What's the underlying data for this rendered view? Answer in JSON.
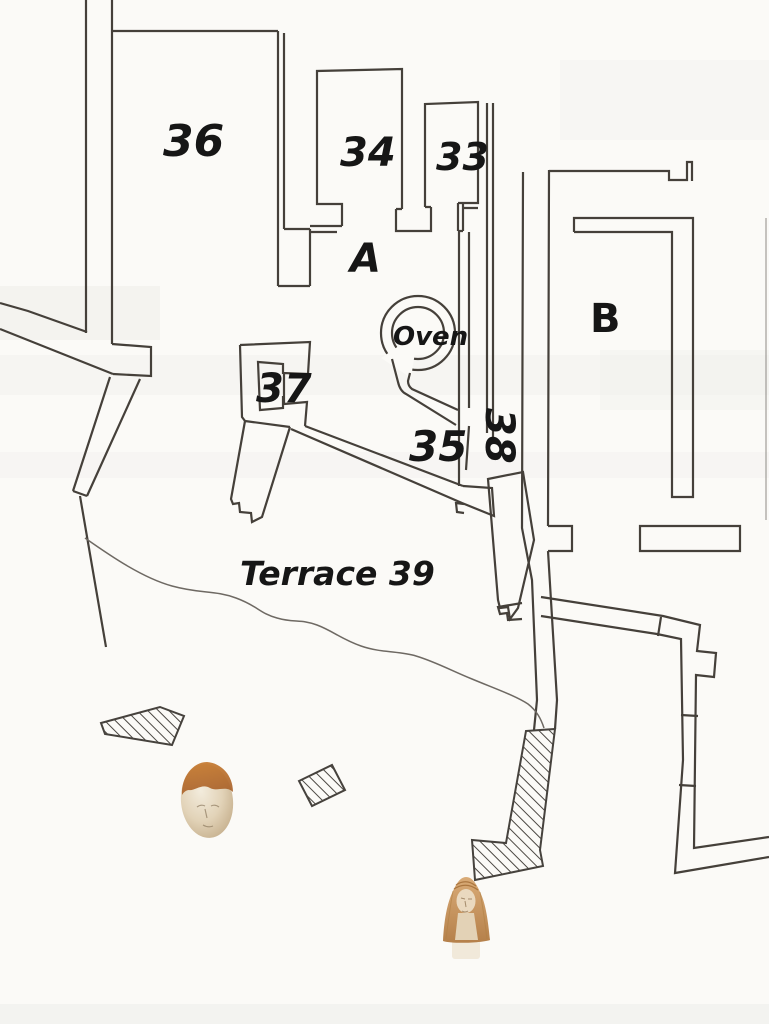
{
  "plan": {
    "rooms": {
      "r36": "36",
      "r34": "34",
      "r33": "33",
      "r37": "37",
      "r35": "35",
      "r38": "38"
    },
    "areas": {
      "a": "A",
      "b": "B"
    },
    "features": {
      "oven": "Oven",
      "terrace": "Terrace 39"
    },
    "colors": {
      "background": "#fbfaf7",
      "wall_stroke": "#45403a",
      "label_text": "#161616",
      "hatch": "#4b4742",
      "artifact_rust": "#b5702f",
      "artifact_ivory": "#ece2cf"
    },
    "icons": [
      "stone-head-photo",
      "veiled-bust-photo"
    ]
  }
}
